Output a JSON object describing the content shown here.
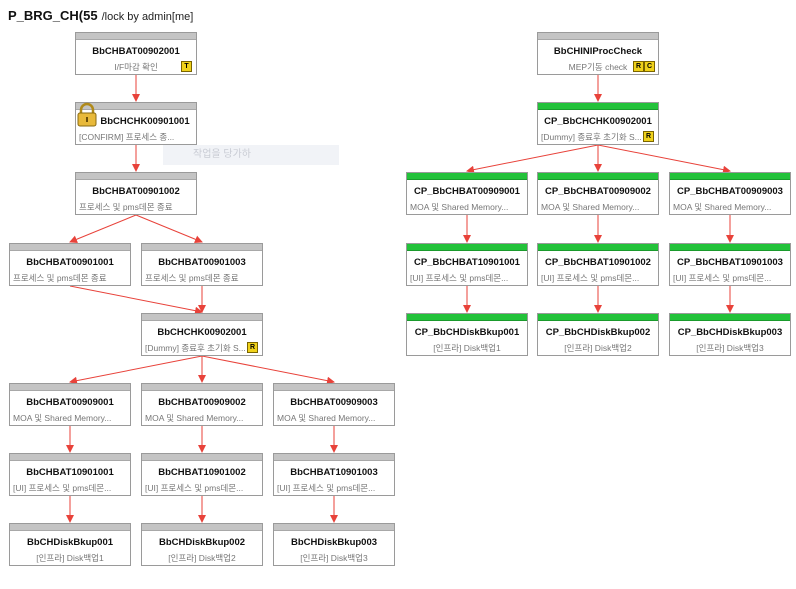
{
  "header": {
    "title": "P_BRG_CH(55",
    "lock_text": "/lock by admin[me]"
  },
  "tooltip": {
    "text": "작업을 당가하"
  },
  "badges": {
    "t": "T",
    "r": "R",
    "c": "C"
  },
  "nodes": {
    "n1": {
      "name": "BbCHBAT00902001",
      "desc": "I/F마감 확인"
    },
    "n2": {
      "name": "BbCHCHK00901001",
      "desc": "[CONFIRM] 프로세스 종..."
    },
    "n3": {
      "name": "BbCHBAT00901002",
      "desc": "프로세스 및 pms데몬 종료"
    },
    "n4": {
      "name": "BbCHBAT00901001",
      "desc": "프로세스 및 pms데몬 종료"
    },
    "n5": {
      "name": "BbCHBAT00901003",
      "desc": "프로세스 및 pms데몬 종료"
    },
    "n6": {
      "name": "BbCHCHK00902001",
      "desc": "[Dummy] 종료후 초기화 S..."
    },
    "n7": {
      "name": "BbCHBAT00909001",
      "desc": "MOA 및 Shared Memory..."
    },
    "n8": {
      "name": "BbCHBAT00909002",
      "desc": "MOA 및 Shared Memory..."
    },
    "n9": {
      "name": "BbCHBAT00909003",
      "desc": "MOA 및 Shared Memory..."
    },
    "n10": {
      "name": "BbCHBAT10901001",
      "desc": "[UI] 프로세스 및 pms데몬..."
    },
    "n11": {
      "name": "BbCHBAT10901002",
      "desc": "[UI] 프로세스 및 pms데몬..."
    },
    "n12": {
      "name": "BbCHBAT10901003",
      "desc": "[UI] 프로세스 및 pms데몬..."
    },
    "n13": {
      "name": "BbCHDiskBkup001",
      "desc": "[인프라] Disk백업1"
    },
    "n14": {
      "name": "BbCHDiskBkup002",
      "desc": "[인프라] Disk백업2"
    },
    "n15": {
      "name": "BbCHDiskBkup003",
      "desc": "[인프라] Disk백업3"
    },
    "r1": {
      "name": "BbCHINIProcCheck",
      "desc": "MEP기동 check"
    },
    "r2": {
      "name": "CP_BbCHCHK00902001",
      "desc": "[Dummy] 종료후 초기화 S..."
    },
    "r3": {
      "name": "CP_BbCHBAT00909001",
      "desc": "MOA 및 Shared Memory..."
    },
    "r4": {
      "name": "CP_BbCHBAT00909002",
      "desc": "MOA 및 Shared Memory..."
    },
    "r5": {
      "name": "CP_BbCHBAT00909003",
      "desc": "MOA 및 Shared Memory..."
    },
    "r6": {
      "name": "CP_BbCHBAT10901001",
      "desc": "[UI] 프로세스 및 pms데몬..."
    },
    "r7": {
      "name": "CP_BbCHBAT10901002",
      "desc": "[UI] 프로세스 및 pms데몬..."
    },
    "r8": {
      "name": "CP_BbCHBAT10901003",
      "desc": "[UI] 프로세스 및 pms데몬..."
    },
    "r9": {
      "name": "CP_BbCHDiskBkup001",
      "desc": "[인프라] Disk백업1"
    },
    "r10": {
      "name": "CP_BbCHDiskBkup002",
      "desc": "[인프라] Disk백업2"
    },
    "r11": {
      "name": "CP_BbCHDiskBkup003",
      "desc": "[인프라] Disk백업3"
    }
  },
  "edges": [
    [
      "n1",
      "n2"
    ],
    [
      "n2",
      "n3"
    ],
    [
      "n3",
      "n4"
    ],
    [
      "n3",
      "n5"
    ],
    [
      "n4",
      "n6"
    ],
    [
      "n5",
      "n6"
    ],
    [
      "n6",
      "n7"
    ],
    [
      "n6",
      "n8"
    ],
    [
      "n6",
      "n9"
    ],
    [
      "n7",
      "n10"
    ],
    [
      "n8",
      "n11"
    ],
    [
      "n9",
      "n12"
    ],
    [
      "n10",
      "n13"
    ],
    [
      "n11",
      "n14"
    ],
    [
      "n12",
      "n15"
    ],
    [
      "r1",
      "r2"
    ],
    [
      "r2",
      "r3"
    ],
    [
      "r2",
      "r4"
    ],
    [
      "r2",
      "r5"
    ],
    [
      "r3",
      "r6"
    ],
    [
      "r4",
      "r7"
    ],
    [
      "r5",
      "r8"
    ],
    [
      "r6",
      "r9"
    ],
    [
      "r7",
      "r10"
    ],
    [
      "r8",
      "r11"
    ]
  ],
  "colors": {
    "edge": "#e8423a",
    "node_bar": "#c4c4c4",
    "active_bar": "#23c23a",
    "badge": "#f0d21a"
  }
}
